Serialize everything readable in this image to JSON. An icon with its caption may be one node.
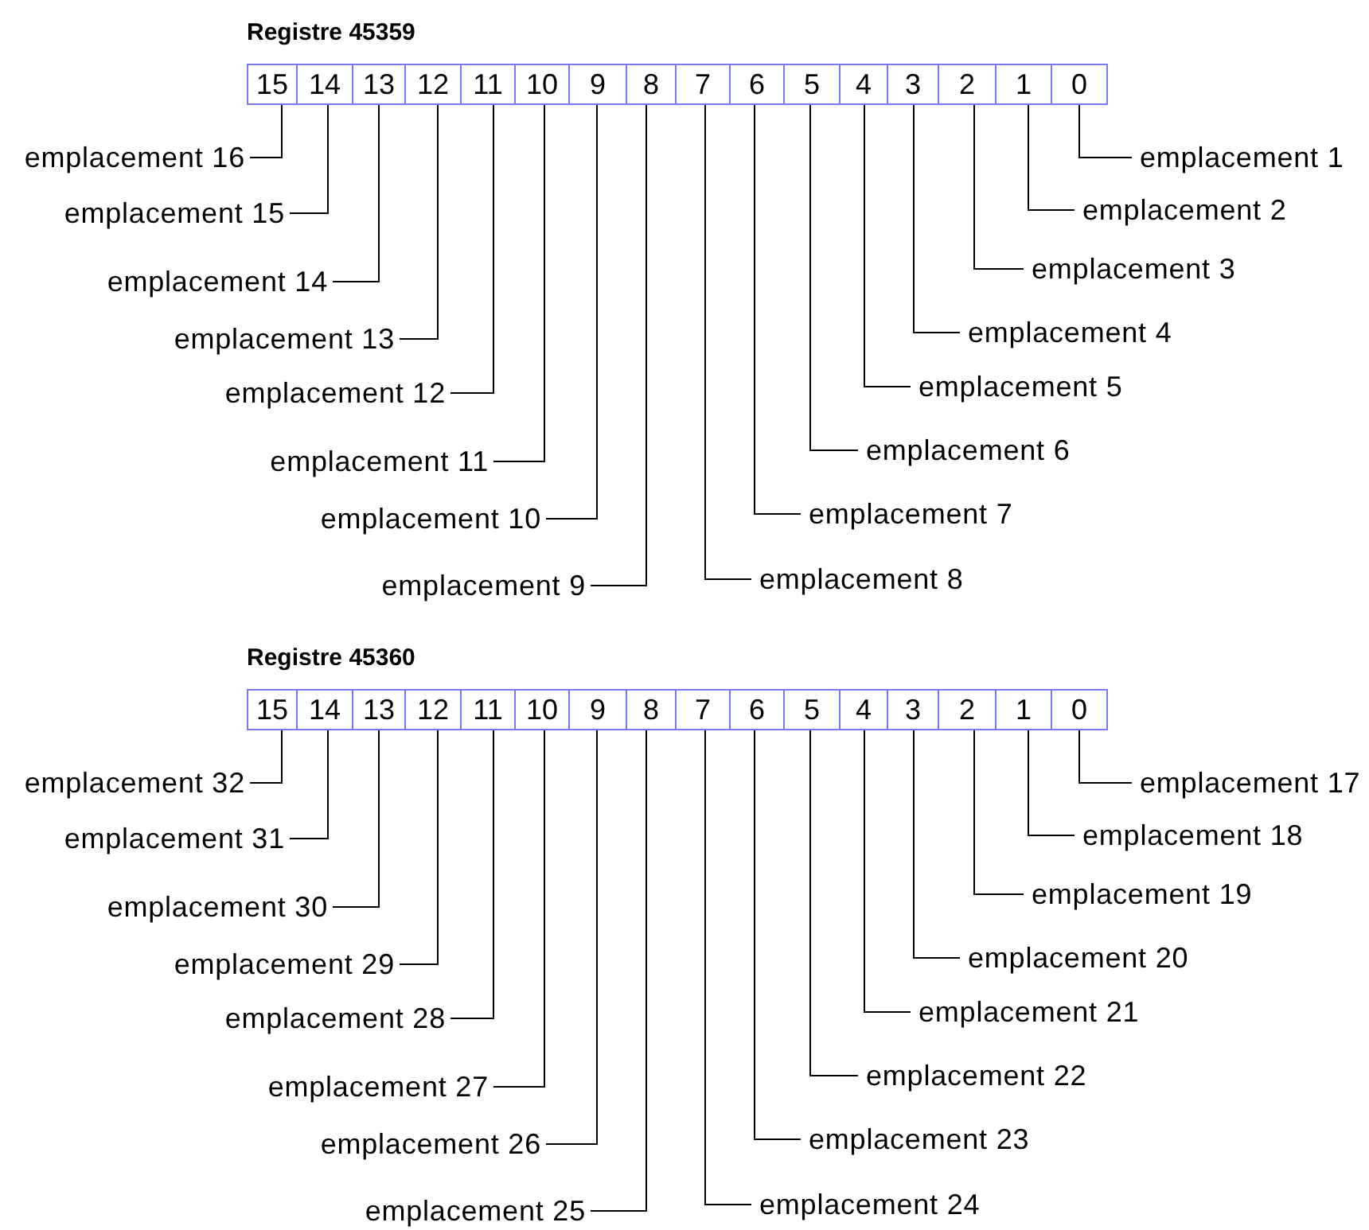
{
  "diagram": {
    "nodes": [
      {
        "text": [
          "Registre 45359"
        ]
      },
      {
        "text": [
          "15"
        ],
        "in": 0
      },
      {
        "text": [
          "14"
        ],
        "in": 0
      },
      {
        "text": [
          "13"
        ],
        "in": 0
      },
      {
        "text": [
          "12"
        ],
        "in": 0
      },
      {
        "text": [
          "11"
        ],
        "in": 0
      },
      {
        "text": [
          "10"
        ],
        "in": 0
      },
      {
        "text": [
          "9"
        ],
        "in": 0
      },
      {
        "text": [
          "8"
        ],
        "in": 0
      },
      {
        "text": [
          "7"
        ],
        "in": 0
      },
      {
        "text": [
          "6"
        ],
        "in": 0
      },
      {
        "text": [
          "5"
        ],
        "in": 0
      },
      {
        "text": [
          "4"
        ],
        "in": 0
      },
      {
        "text": [
          "3"
        ],
        "in": 0
      },
      {
        "text": [
          "2"
        ],
        "in": 0
      },
      {
        "text": [
          "1"
        ],
        "in": 0
      },
      {
        "text": [
          "0"
        ],
        "in": 0
      },
      {
        "text": [
          "emplacement 1"
        ]
      },
      {
        "text": [
          "emplacement 2"
        ]
      },
      {
        "text": [
          "emplacement 3"
        ]
      },
      {
        "text": [
          "emplacement 4"
        ]
      },
      {
        "text": [
          "emplacement 5"
        ]
      },
      {
        "text": [
          "emplacement 6"
        ]
      },
      {
        "text": [
          "emplacement 7"
        ]
      },
      {
        "text": [
          "emplacement 8"
        ]
      },
      {
        "text": [
          "emplacement 9"
        ]
      },
      {
        "text": [
          "emplacement 10"
        ]
      },
      {
        "text": [
          "emplacement 11"
        ]
      },
      {
        "text": [
          "emplacement 12"
        ]
      },
      {
        "text": [
          "emplacement 13"
        ]
      },
      {
        "text": [
          "emplacement 14"
        ]
      },
      {
        "text": [
          "emplacement 15"
        ]
      },
      {
        "text": [
          "emplacement 16"
        ]
      },
      {
        "text": [
          "Registre 45360"
        ]
      },
      {
        "text": [
          "15"
        ],
        "in": 33
      },
      {
        "text": [
          "14"
        ],
        "in": 33
      },
      {
        "text": [
          "13"
        ],
        "in": 33
      },
      {
        "text": [
          "12"
        ],
        "in": 33
      },
      {
        "text": [
          "11"
        ],
        "in": 33
      },
      {
        "text": [
          "10"
        ],
        "in": 33
      },
      {
        "text": [
          "9"
        ],
        "in": 33
      },
      {
        "text": [
          "8"
        ],
        "in": 33
      },
      {
        "text": [
          "7"
        ],
        "in": 33
      },
      {
        "text": [
          "6"
        ],
        "in": 33
      },
      {
        "text": [
          "5"
        ],
        "in": 33
      },
      {
        "text": [
          "4"
        ],
        "in": 33
      },
      {
        "text": [
          "3"
        ],
        "in": 33
      },
      {
        "text": [
          "2"
        ],
        "in": 33
      },
      {
        "text": [
          "1"
        ],
        "in": 33
      },
      {
        "text": [
          "0"
        ],
        "in": 33
      },
      {
        "text": [
          "emplacement 17"
        ]
      },
      {
        "text": [
          "emplacement 18"
        ]
      },
      {
        "text": [
          "emplacement 19"
        ]
      },
      {
        "text": [
          "emplacement 20"
        ]
      },
      {
        "text": [
          "emplacement 21"
        ]
      },
      {
        "text": [
          "emplacement 22"
        ]
      },
      {
        "text": [
          "emplacement 23"
        ]
      },
      {
        "text": [
          "emplacement 24"
        ]
      },
      {
        "text": [
          "emplacement 25"
        ]
      },
      {
        "text": [
          "emplacement 26"
        ]
      },
      {
        "text": [
          "emplacement 27"
        ]
      },
      {
        "text": [
          "emplacement 28"
        ]
      },
      {
        "text": [
          "emplacement 29"
        ]
      },
      {
        "text": [
          "emplacement 30"
        ]
      },
      {
        "text": [
          "emplacement 31"
        ]
      },
      {
        "text": [
          "emplacement 32"
        ]
      }
    ],
    "edges": [
      {
        "from": 17,
        "to": 16,
        "arrow": "none"
      },
      {
        "from": 18,
        "to": 15,
        "arrow": "none"
      },
      {
        "from": 19,
        "to": 14,
        "arrow": "none"
      },
      {
        "from": 20,
        "to": 13,
        "arrow": "none"
      },
      {
        "from": 21,
        "to": 12,
        "arrow": "none"
      },
      {
        "from": 22,
        "to": 11,
        "arrow": "none"
      },
      {
        "from": 23,
        "to": 10,
        "arrow": "none"
      },
      {
        "from": 24,
        "to": 9,
        "arrow": "none"
      },
      {
        "from": 25,
        "to": 8,
        "arrow": "none"
      },
      {
        "from": 26,
        "to": 7,
        "arrow": "none"
      },
      {
        "from": 27,
        "to": 6,
        "arrow": "none"
      },
      {
        "from": 28,
        "to": 5,
        "arrow": "none"
      },
      {
        "from": 29,
        "to": 4,
        "arrow": "none"
      },
      {
        "from": 30,
        "to": 3,
        "arrow": "none"
      },
      {
        "from": 31,
        "to": 2,
        "arrow": "none"
      },
      {
        "from": 32,
        "to": 1,
        "arrow": "none"
      },
      {
        "from": 50,
        "to": 49,
        "arrow": "none"
      },
      {
        "from": 51,
        "to": 48,
        "arrow": "none"
      },
      {
        "from": 52,
        "to": 47,
        "arrow": "none"
      },
      {
        "from": 53,
        "to": 46,
        "arrow": "none"
      },
      {
        "from": 54,
        "to": 45,
        "arrow": "none"
      },
      {
        "from": 55,
        "to": 44,
        "arrow": "none"
      },
      {
        "from": 56,
        "to": 43,
        "arrow": "none"
      },
      {
        "from": 57,
        "to": 42,
        "arrow": "none"
      },
      {
        "from": 58,
        "to": 41,
        "arrow": "none"
      },
      {
        "from": 59,
        "to": 40,
        "arrow": "none"
      },
      {
        "from": 60,
        "to": 39,
        "arrow": "none"
      },
      {
        "from": 61,
        "to": 38,
        "arrow": "none"
      },
      {
        "from": 62,
        "to": 37,
        "arrow": "none"
      },
      {
        "from": 63,
        "to": 36,
        "arrow": "none"
      },
      {
        "from": 64,
        "to": 35,
        "arrow": "none"
      },
      {
        "from": 65,
        "to": 34,
        "arrow": "none"
      }
    ]
  }
}
